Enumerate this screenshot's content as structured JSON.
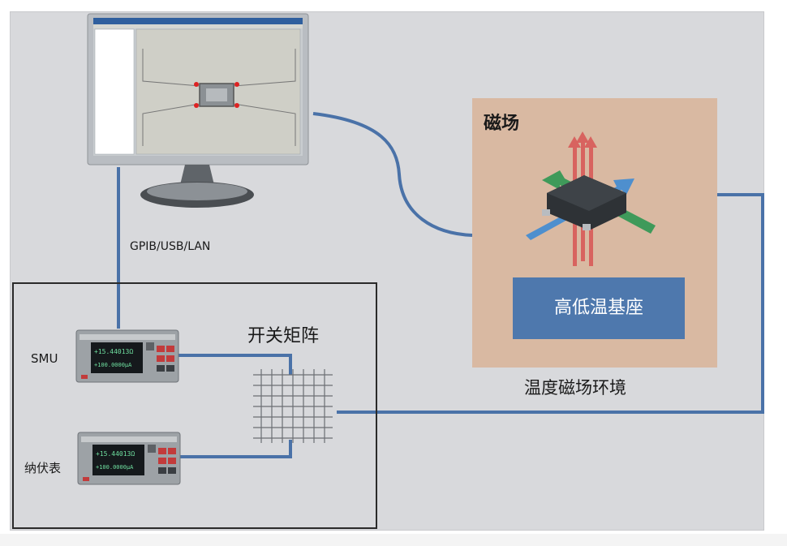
{
  "labels": {
    "interface": "GPIB/USB/LAN",
    "smu": "SMU",
    "nanovoltmeter": "纳伏表",
    "switch_matrix": "开关矩阵",
    "magnetic_field": "磁场",
    "cryo_base": "高低温基座",
    "environment": "温度磁场环境"
  },
  "instruments": {
    "smu_reading_1": "+15.44013Ω",
    "smu_reading_2": "+100.0000μA",
    "nvm_reading_1": "+15.44013Ω",
    "nvm_reading_2": "+100.0000μA"
  },
  "colors": {
    "background": "#d8d9dc",
    "cable": "#4a72a8",
    "enclosure": "#d9b9a2",
    "base": "#4e78ad",
    "chip": "#2e3236",
    "field_arrow_red": "#d85a58",
    "field_arrow_green": "#3f9a5a",
    "field_arrow_blue": "#4e8fce"
  },
  "icons": {
    "computer": "monitor-icon",
    "instrument": "instrument-icon",
    "matrix": "switch-matrix-icon",
    "sample": "sample-chip-icon"
  }
}
